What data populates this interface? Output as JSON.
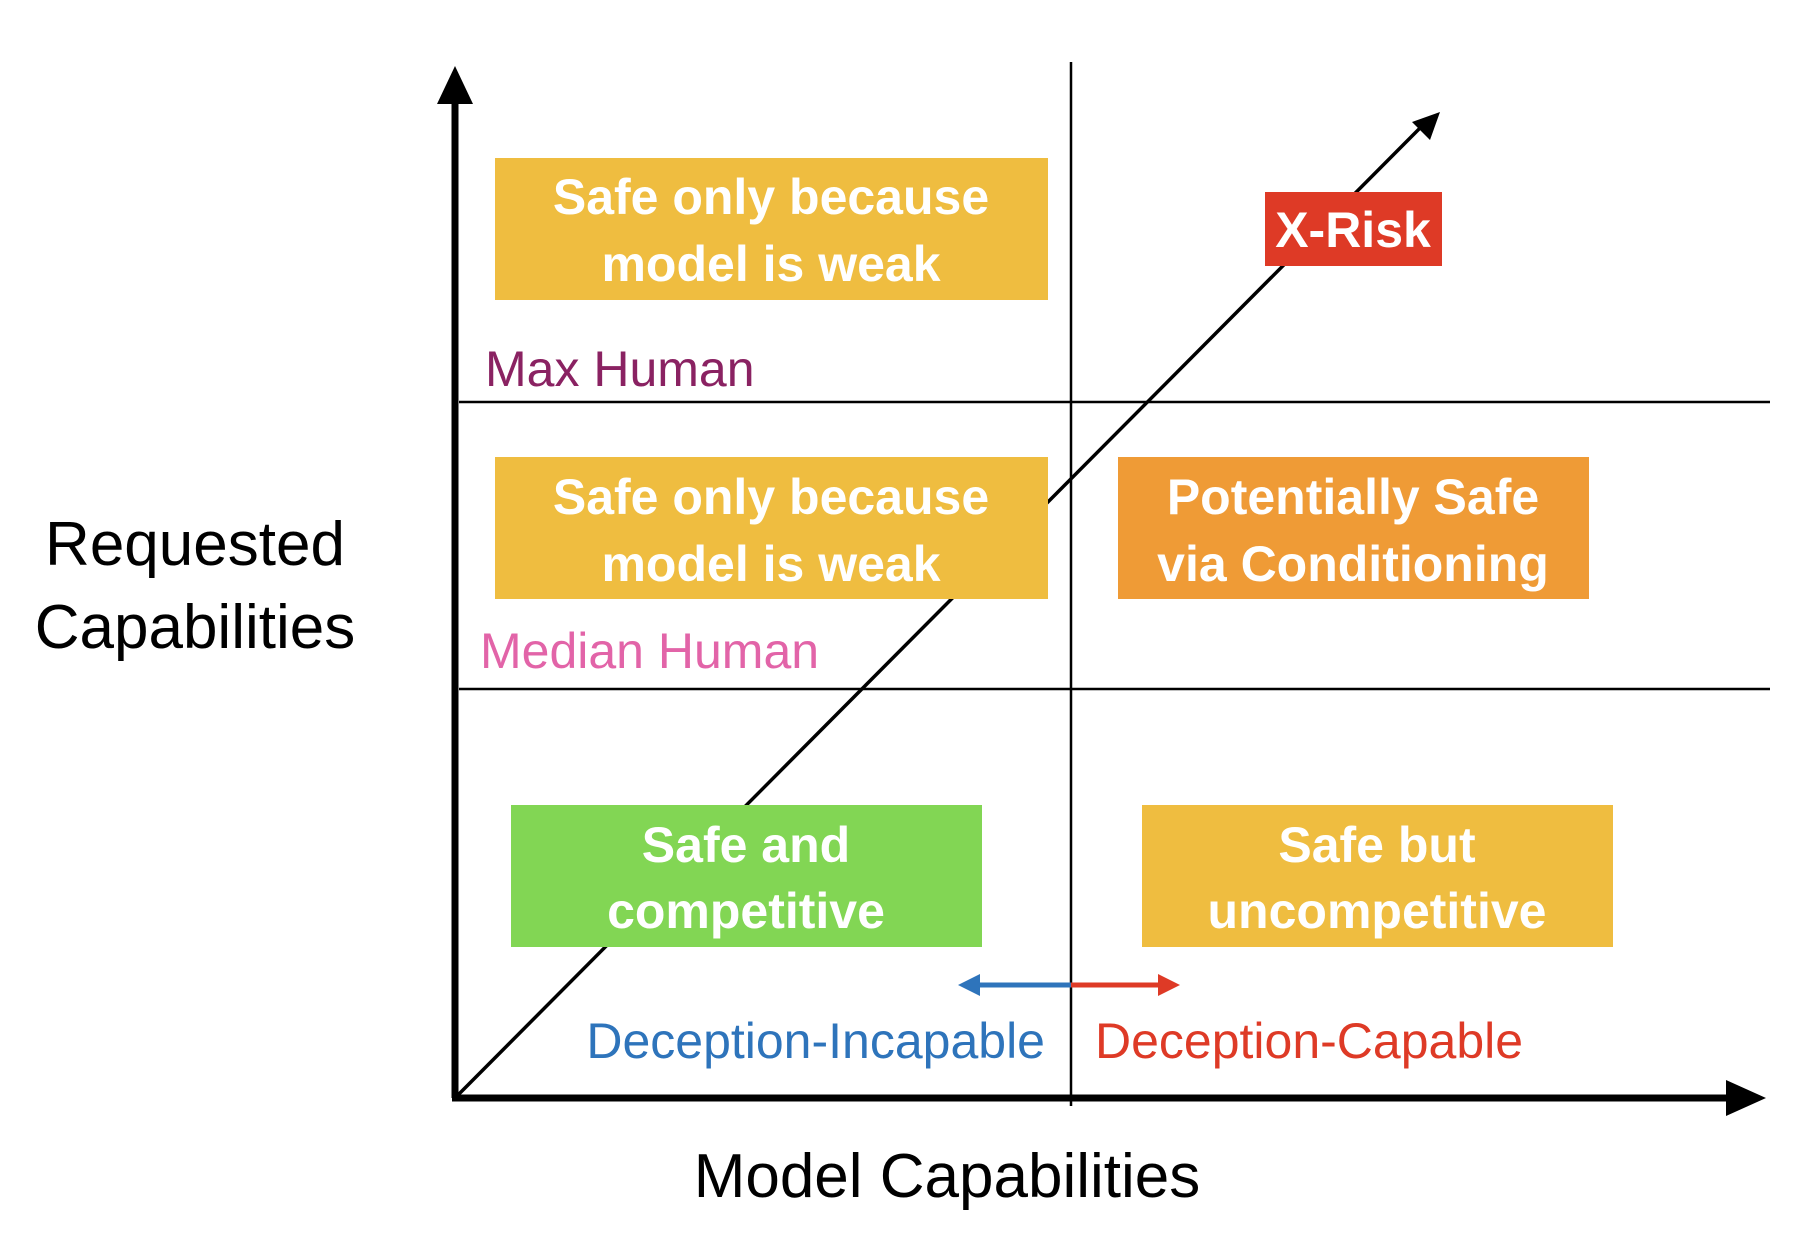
{
  "axes": {
    "x_label": "Model Capabilities",
    "y_label_line1": "Requested",
    "y_label_line2": "Capabilities"
  },
  "levels": {
    "max_human": "Max Human",
    "median_human": "Median Human"
  },
  "deception": {
    "incapable": "Deception-Incapable",
    "capable": "Deception-Capable"
  },
  "boxes": {
    "top_left": {
      "line1": "Safe only because",
      "line2": "model is weak"
    },
    "mid_left": {
      "line1": "Safe only because",
      "line2": "model is weak"
    },
    "mid_right": {
      "line1": "Potentially Safe",
      "line2": "via Conditioning"
    },
    "bottom_left": {
      "line1": "Safe and",
      "line2": "competitive"
    },
    "bottom_right": {
      "line1": "Safe but",
      "line2": "uncompetitive"
    },
    "xrisk": "X-Risk"
  },
  "colors": {
    "axis": "#000000",
    "yellow_box": "#efbd40",
    "orange_box": "#ef9b36",
    "green_box": "#82d654",
    "red_box": "#de3a26",
    "max_human_text": "#8a2262",
    "median_human_text": "#e264a8",
    "incapable_blue": "#2e74bb",
    "capable_red": "#de3a26"
  }
}
